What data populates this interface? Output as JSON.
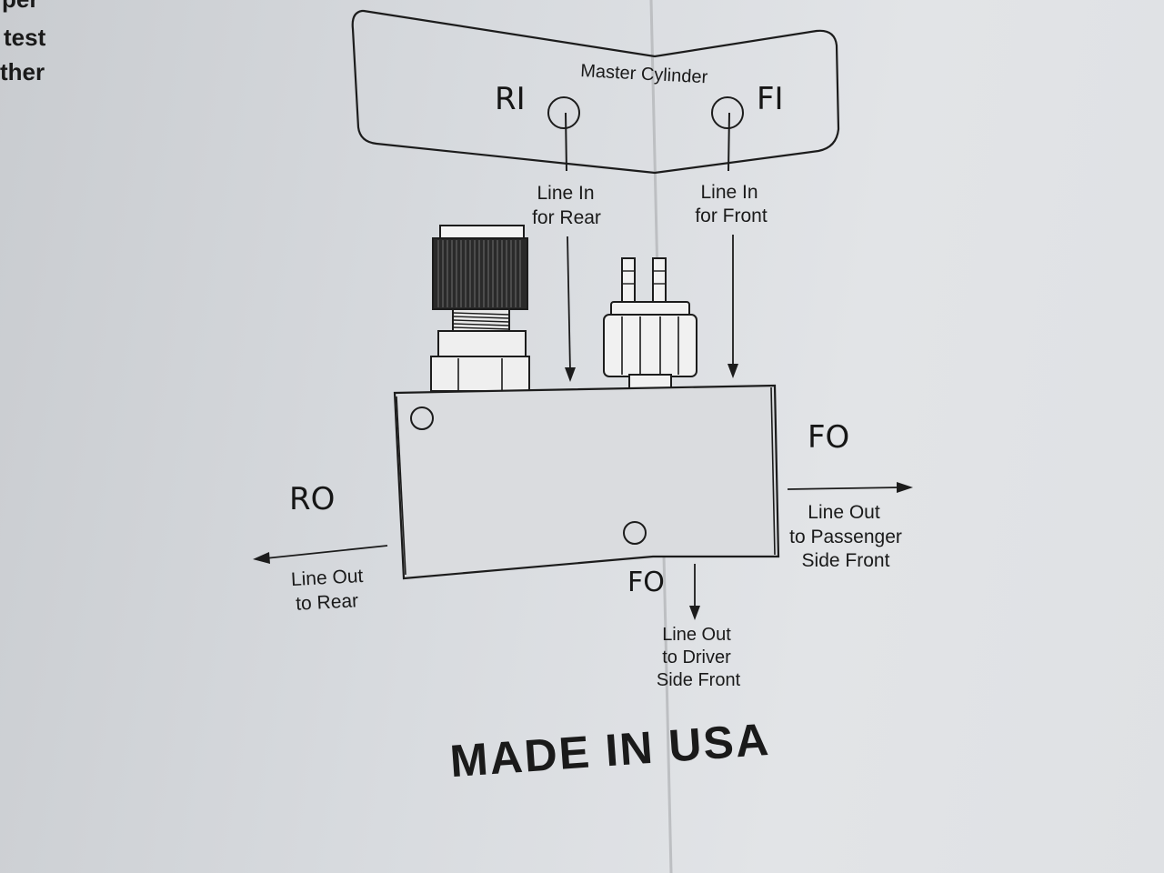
{
  "corner_text": [
    "per",
    "test",
    "ther"
  ],
  "master": {
    "title": "Master Cylinder",
    "rear_port": "RI",
    "front_port": "FI"
  },
  "line_in_rear": [
    "Line In",
    "for Rear"
  ],
  "line_in_front": [
    "Line In",
    "for Front"
  ],
  "rear_out": {
    "code": "RO",
    "label": [
      "Line Out",
      "to Rear"
    ]
  },
  "front_out_passenger": {
    "code": "FO",
    "label": [
      "Line Out",
      "to Passenger",
      "Side Front"
    ]
  },
  "front_out_driver": {
    "code": "FO",
    "label": [
      "Line Out",
      "to Driver",
      "Side Front"
    ]
  },
  "footer": "MADE IN USA",
  "colors": {
    "ink": "#1c1c1c",
    "paper": "#dadde0",
    "knob": "#2a2a2a"
  }
}
